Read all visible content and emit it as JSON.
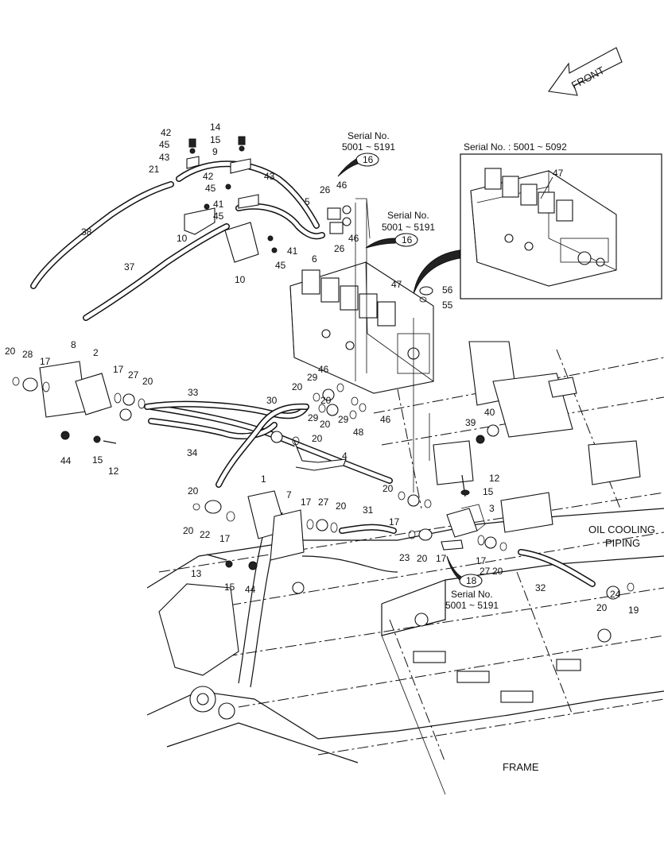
{
  "front_label": "FRONT",
  "section_title": "OIL COOLING\nPIPING",
  "section_title_line1": "OIL COOLING",
  "section_title_line2": "PIPING",
  "frame_label": "FRAME",
  "serial_notes": [
    {
      "id": "sn1",
      "line1": "Serial No.",
      "line2": "5001 ~ 5191",
      "ref": "16"
    },
    {
      "id": "sn2",
      "line1": "Serial No.",
      "line2": "5001 ~ 5191",
      "ref": "16"
    },
    {
      "id": "sn3",
      "line1": "Serial No.",
      "line2": "5001 ~ 5191",
      "ref": "18"
    }
  ],
  "inset_title": "Serial No. : 5001 ~ 5092",
  "inset_part": "47",
  "callouts": [
    "42",
    "45",
    "43",
    "14",
    "15",
    "9",
    "21",
    "42",
    "45",
    "41",
    "45",
    "43",
    "10",
    "10",
    "38",
    "37",
    "5",
    "6",
    "26",
    "46",
    "26",
    "46",
    "41",
    "45",
    "47",
    "56",
    "55",
    "20",
    "28",
    "17",
    "8",
    "2",
    "17",
    "27",
    "20",
    "44",
    "15",
    "12",
    "33",
    "34",
    "30",
    "29",
    "20",
    "20",
    "46",
    "29",
    "20",
    "29",
    "46",
    "48",
    "20",
    "4",
    "39",
    "40",
    "12",
    "15",
    "20",
    "20",
    "22",
    "17",
    "13",
    "15",
    "1",
    "7",
    "17",
    "27",
    "20",
    "44",
    "31",
    "20",
    "17",
    "23",
    "20",
    "17",
    "3",
    "17",
    "27",
    "20",
    "32",
    "20",
    "24",
    "19"
  ]
}
